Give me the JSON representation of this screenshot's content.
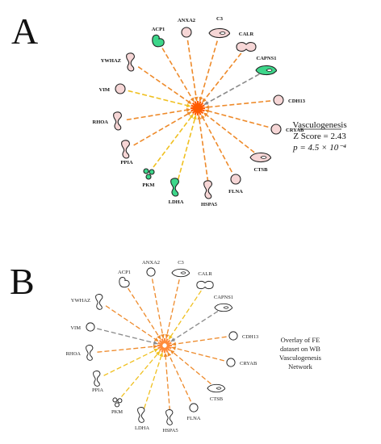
{
  "panels": [
    {
      "letter": "A",
      "legend": {
        "title": "Vasculogenesis",
        "zscore": "Z Score = 2.43",
        "pvalue": "p = 4.5 × 10⁻⁴"
      },
      "nodes": [
        {
          "label": "ANXA2",
          "shape": "circle",
          "fill": "#f6d6d6",
          "edge": "#ee8a2a"
        },
        {
          "label": "C3",
          "shape": "teardrop",
          "fill": "#f6d6d6",
          "edge": "#ee8a2a"
        },
        {
          "label": "CALR",
          "shape": "peanut",
          "fill": "#f6d6d6",
          "edge": "#ee8a2a"
        },
        {
          "label": "CAPNS1",
          "shape": "teardrop",
          "fill": "#3dd68a",
          "edge": "#8a8a8a"
        },
        {
          "label": "CDH13",
          "shape": "circle",
          "fill": "#f6d6d6",
          "edge": "#ee8a2a"
        },
        {
          "label": "CRYAB",
          "shape": "circle",
          "fill": "#f6d6d6",
          "edge": "#ee8a2a"
        },
        {
          "label": "CTSB",
          "shape": "teardrop",
          "fill": "#f6d6d6",
          "edge": "#ee8a2a"
        },
        {
          "label": "FLNA",
          "shape": "circle",
          "fill": "#f6d6d6",
          "edge": "#ee8a2a"
        },
        {
          "label": "HSPA5",
          "shape": "hook",
          "fill": "#f6d6d6",
          "edge": "#ee8a2a"
        },
        {
          "label": "LDHA",
          "shape": "hook",
          "fill": "#3dd68a",
          "edge": "#f0c020"
        },
        {
          "label": "PKM",
          "shape": "trio",
          "fill": "#3dd68a",
          "edge": "#f0c020"
        },
        {
          "label": "PPIA",
          "shape": "hook",
          "fill": "#f6d6d6",
          "edge": "#ee8a2a"
        },
        {
          "label": "RHOA",
          "shape": "hook",
          "fill": "#f6d6d6",
          "edge": "#ee8a2a"
        },
        {
          "label": "VIM",
          "shape": "circle",
          "fill": "#f6d6d6",
          "edge": "#f0c020"
        },
        {
          "label": "YWHAZ",
          "shape": "hook",
          "fill": "#f6d6d6",
          "edge": "#ee8a2a"
        },
        {
          "label": "ACP1",
          "shape": "blob",
          "fill": "#3dd68a",
          "edge": "#ee8a2a"
        }
      ]
    },
    {
      "letter": "B",
      "legend": {
        "line1": "Overlay of FE",
        "line2": "dataset on WB",
        "line3": "Vasculogenesis",
        "line4": "Network"
      },
      "nodes": [
        {
          "label": "ANXA2",
          "shape": "circle",
          "fill": "#ffffff",
          "edge": "#ee8a2a"
        },
        {
          "label": "C3",
          "shape": "teardrop",
          "fill": "#ffffff",
          "edge": "#ee8a2a"
        },
        {
          "label": "CALR",
          "shape": "peanut",
          "fill": "#ffffff",
          "edge": "#f0c020"
        },
        {
          "label": "CAPNS1",
          "shape": "teardrop",
          "fill": "#ffffff",
          "edge": "#8a8a8a"
        },
        {
          "label": "CDH13",
          "shape": "circle",
          "fill": "#ffffff",
          "edge": "#ee8a2a"
        },
        {
          "label": "CRYAB",
          "shape": "circle",
          "fill": "#ffffff",
          "edge": "#ee8a2a"
        },
        {
          "label": "CTSB",
          "shape": "teardrop",
          "fill": "#ffffff",
          "edge": "#ee8a2a"
        },
        {
          "label": "FLNA",
          "shape": "circle",
          "fill": "#ffffff",
          "edge": "#ee8a2a"
        },
        {
          "label": "HSPA5",
          "shape": "hook",
          "fill": "#ffffff",
          "edge": "#ee8a2a"
        },
        {
          "label": "LDHA",
          "shape": "hook",
          "fill": "#ffffff",
          "edge": "#f0c020"
        },
        {
          "label": "PKM",
          "shape": "trio",
          "fill": "#ffffff",
          "edge": "#f0c020"
        },
        {
          "label": "PPIA",
          "shape": "hook",
          "fill": "#ffffff",
          "edge": "#f0c020"
        },
        {
          "label": "RHOA",
          "shape": "hook",
          "fill": "#ffffff",
          "edge": "#ee8a2a"
        },
        {
          "label": "VIM",
          "shape": "circle",
          "fill": "#ffffff",
          "edge": "#8a8a8a"
        },
        {
          "label": "YWHAZ",
          "shape": "hook",
          "fill": "#ffffff",
          "edge": "#ee8a2a"
        },
        {
          "label": "ACP1",
          "shape": "blob",
          "fill": "#ffffff",
          "edge": "#ee8a2a"
        }
      ]
    }
  ],
  "colors": {
    "hub_a": "#ff5a00",
    "hub_b": "#ff8a3a",
    "outline": "#222222"
  }
}
